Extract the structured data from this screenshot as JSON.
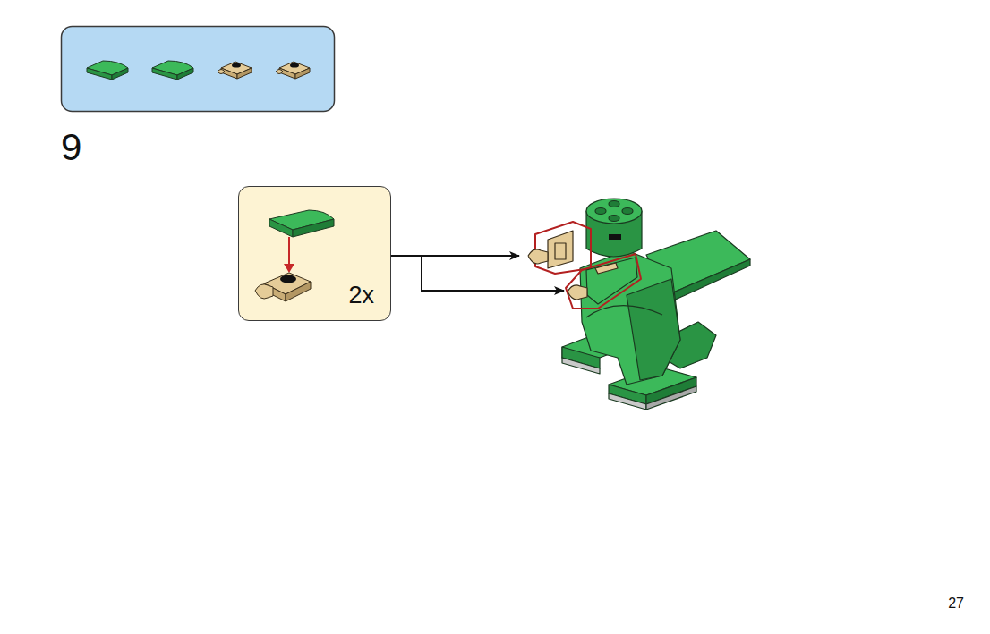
{
  "diagram": {
    "nodes": [
      {
        "text": [
          "2x"
        ]
      }
    ],
    "labels": [
      "9",
      "27"
    ]
  }
}
